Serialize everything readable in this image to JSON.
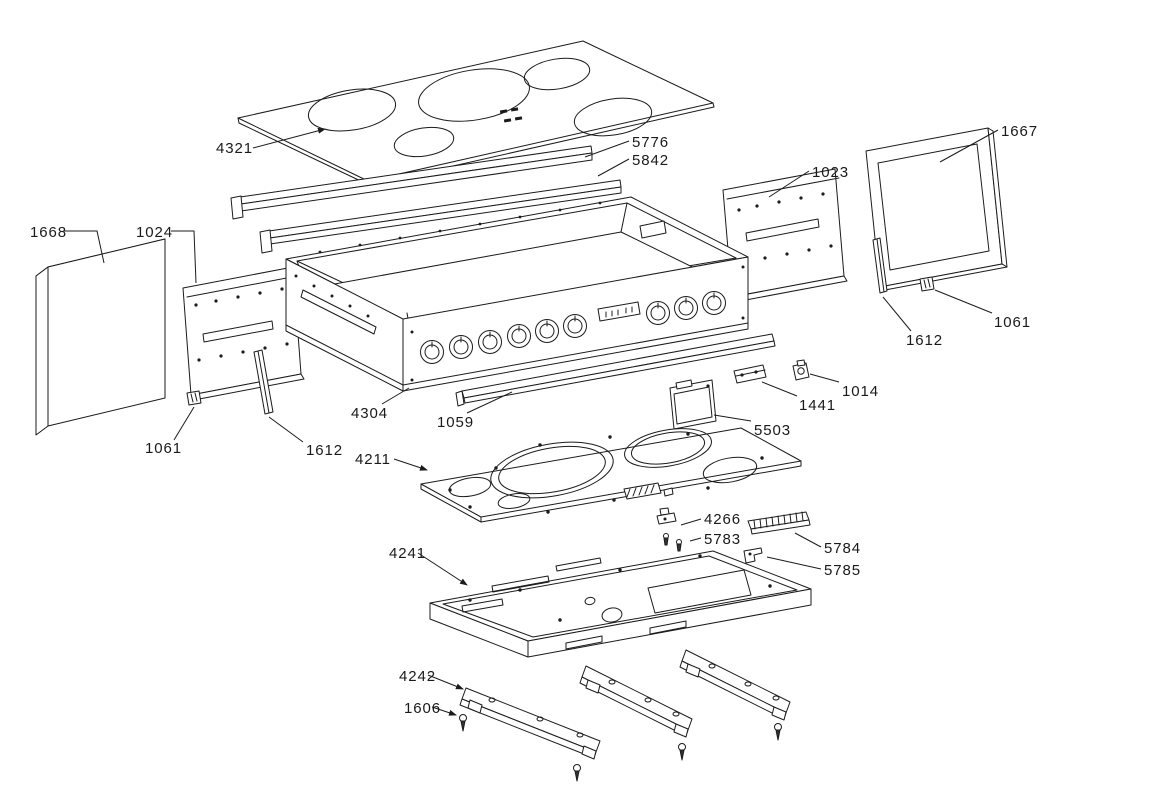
{
  "diagram": {
    "type": "exploded-parts-diagram",
    "colors": {
      "line": "#1b1b1b",
      "background": "#ffffff",
      "text": "#1a1a1a"
    }
  },
  "labels": [
    {
      "text": "4321"
    },
    {
      "text": "5776"
    },
    {
      "text": "5842"
    },
    {
      "text": "1023"
    },
    {
      "text": "1667"
    },
    {
      "text": "1668"
    },
    {
      "text": "1024"
    },
    {
      "text": "1061"
    },
    {
      "text": "1612"
    },
    {
      "text": "4304"
    },
    {
      "text": "1059"
    },
    {
      "text": "5503"
    },
    {
      "text": "1441"
    },
    {
      "text": "1014"
    },
    {
      "text": "1612"
    },
    {
      "text": "1061"
    },
    {
      "text": "4211"
    },
    {
      "text": "4266"
    },
    {
      "text": "5783"
    },
    {
      "text": "5784"
    },
    {
      "text": "5785"
    },
    {
      "text": "4241"
    },
    {
      "text": "4242"
    },
    {
      "text": "1606"
    }
  ]
}
